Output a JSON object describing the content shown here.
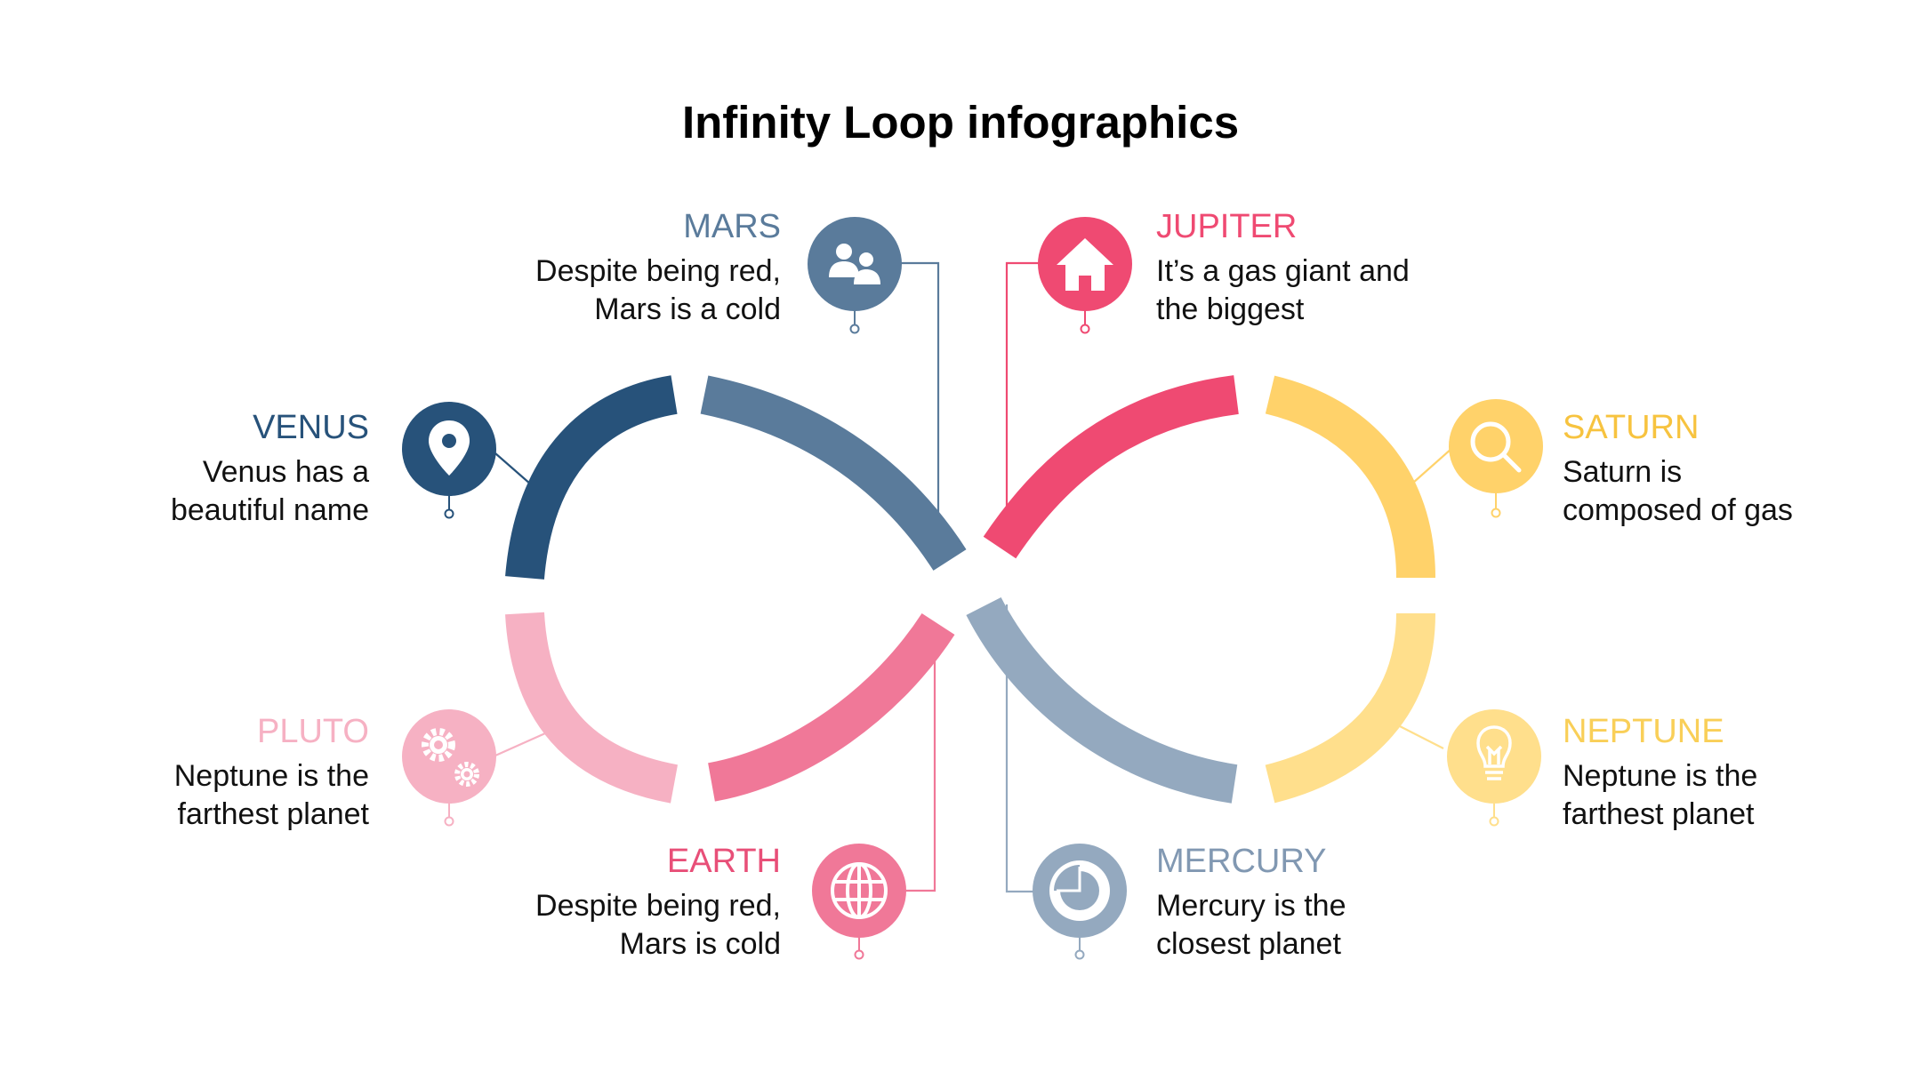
{
  "title": "Infinity Loop infographics",
  "colors": {
    "venus": "#27527a",
    "mars": "#5a7b9b",
    "pluto": "#f6b1c3",
    "earth": "#f07898",
    "jupiter": "#ef4a72",
    "saturn": "#ffd26a",
    "neptune": "#ffdf8c",
    "mercury": "#94a9bf"
  },
  "items": {
    "venus": {
      "name": "VENUS",
      "desc": "Venus has a\nbeautiful name",
      "icon": "map-pin-icon"
    },
    "mars": {
      "name": "MARS",
      "desc": "Despite being red,\nMars is a cold",
      "icon": "users-icon"
    },
    "pluto": {
      "name": "PLUTO",
      "desc": "Neptune is the\nfarthest planet",
      "icon": "gears-icon"
    },
    "earth": {
      "name": "EARTH",
      "desc": "Despite being red,\nMars is cold",
      "icon": "globe-icon"
    },
    "jupiter": {
      "name": "JUPITER",
      "desc": "It’s a gas giant and\nthe biggest",
      "icon": "home-icon"
    },
    "saturn": {
      "name": "SATURN",
      "desc": "Saturn is\ncomposed of gas",
      "icon": "search-icon"
    },
    "neptune": {
      "name": "NEPTUNE",
      "desc": "Neptune is the\nfarthest planet",
      "icon": "lightbulb-icon"
    },
    "mercury": {
      "name": "MERCURY",
      "desc": "Mercury is the\nclosest planet",
      "icon": "pie-chart-icon"
    }
  }
}
